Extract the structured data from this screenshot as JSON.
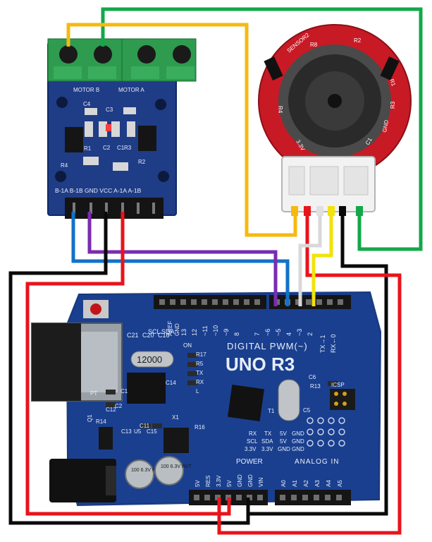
{
  "driver": {
    "terminal_labels": [
      "MOTOR B",
      "MOTOR A"
    ],
    "components": [
      "C3",
      "C4",
      "C1",
      "C2",
      "R3",
      "R4",
      "R1",
      "R2"
    ],
    "pin_labels": "B-1A B-1B GND VCC A-1A A-1B"
  },
  "motor": {
    "ring_labels": [
      "SENSOR2",
      "R2",
      "R1",
      "C1",
      "3.3V",
      "GND",
      "R4",
      "R3",
      "R8"
    ]
  },
  "uno": {
    "title": "UNO R3",
    "digital_label": "DIGITAL PWM(~)",
    "digital_pins": [
      "13",
      "12",
      "~11",
      "~10",
      "~9",
      "8",
      "7",
      "~6",
      "~5",
      "4",
      "~3",
      "2",
      "TX→1",
      "RX←0"
    ],
    "top_left_labels": [
      "SCL",
      "SDA",
      "AREF",
      "GND"
    ],
    "crystal": "12000",
    "caps": [
      "C21",
      "C20",
      "C16"
    ],
    "leds": [
      "ON",
      "R17",
      "R5",
      "TX",
      "RX",
      "L"
    ],
    "mid_labels": [
      "C6",
      "R13",
      "ICSP",
      "T1",
      "C5",
      "C12",
      "C14",
      "C13",
      "U5",
      "C15",
      "R16",
      "R14",
      "C11",
      "PT",
      "Q1",
      "X1",
      "C1",
      "C2"
    ],
    "rx_row": [
      "RX",
      "TX",
      "5V",
      "GND"
    ],
    "scl_row": [
      "SCL",
      "SDA",
      "5V",
      "GND"
    ],
    "v_row": [
      "3.3V",
      "3.3V",
      "GND",
      "GND"
    ],
    "power_label": "POWER",
    "analog_label": "ANALOG IN",
    "power_pins": [
      "5V",
      "RES",
      "3.3V",
      "5V",
      "GND",
      "GND",
      "VIN"
    ],
    "analog_pins": [
      "A0",
      "A1",
      "A2",
      "A3",
      "A4",
      "A5"
    ],
    "cap_text": [
      "100 6.3V RVT",
      "100 6.3V RVT"
    ]
  }
}
